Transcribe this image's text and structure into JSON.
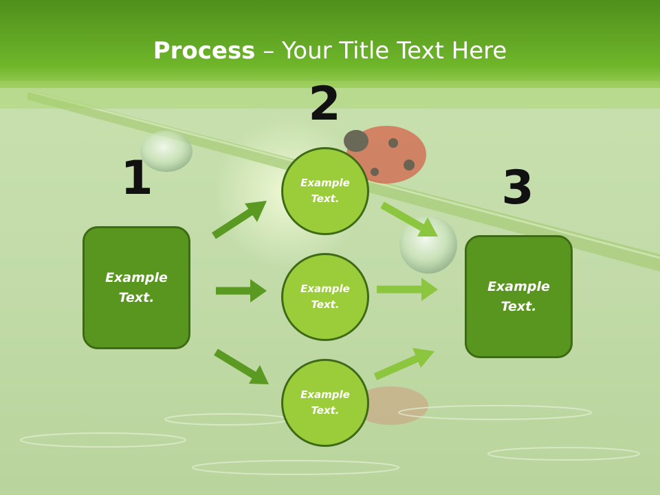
{
  "slide": {
    "title_bold": "Process",
    "title_rest": " – Your Title Text Here"
  },
  "steps": {
    "one": "1",
    "two": "2",
    "three": "3"
  },
  "nodes": {
    "left_box": [
      "Example",
      "Text."
    ],
    "circle_top": [
      "Example",
      "Text."
    ],
    "circle_mid": [
      "Example",
      "Text."
    ],
    "circle_bottom": [
      "Example",
      "Text."
    ],
    "right_box": [
      "Example",
      "Text."
    ]
  },
  "colors": {
    "header_green": "#6ab42a",
    "box_green": "#58961f",
    "circle_green": "#9acd39",
    "dark_arrow": "#5a9922",
    "light_arrow": "#8cc63f"
  }
}
